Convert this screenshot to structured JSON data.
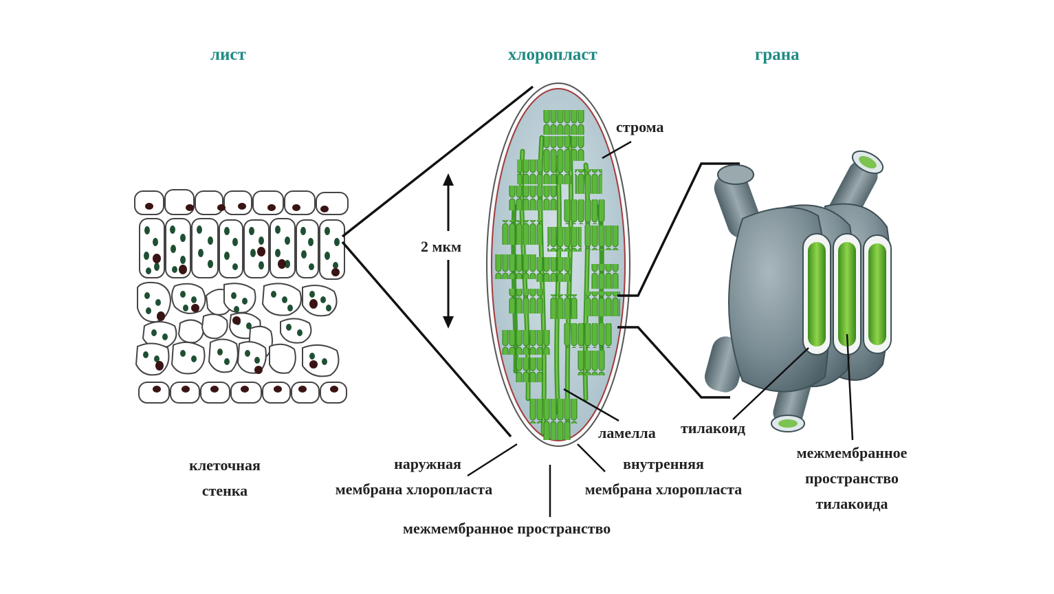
{
  "titles": {
    "leaf": "лист",
    "chloroplast": "хлоропласт",
    "granum": "грана"
  },
  "labels": {
    "stroma": "строма",
    "scale": "2 мкм",
    "lamella": "ламелла",
    "thylakoid": "тилакоид",
    "cell_wall_1": "клеточная",
    "cell_wall_2": "стенка",
    "outer_membrane_1": "наружная",
    "outer_membrane_2": "мембрана хлоропласта",
    "inner_membrane_1": "внутренняя",
    "inner_membrane_2": "мембрана хлоропласта",
    "intermembrane_space": "межмембранное пространство",
    "thylakoid_space_1": "межмембранное",
    "thylakoid_space_2": "пространство",
    "thylakoid_space_3": "тилакоида"
  },
  "colors": {
    "title": "#1f8a84",
    "stroma": "#b9cdd6",
    "chlorophyll": "#4da832",
    "grana_gray": "#7f9097",
    "nucleus": "#3a1414",
    "membrane_red": "#a23a3a"
  }
}
